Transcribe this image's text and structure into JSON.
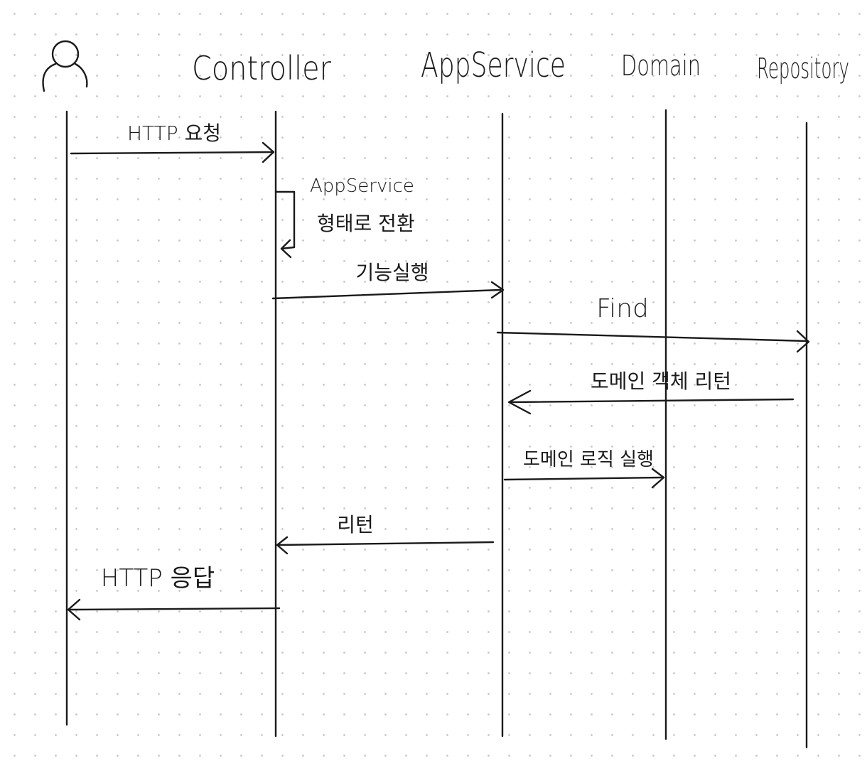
{
  "participants": {
    "user": {
      "icon": "person-icon"
    },
    "controller": {
      "label": "Controller"
    },
    "appservice": {
      "label": "AppService"
    },
    "domain": {
      "label": "Domain"
    },
    "repository": {
      "label": "Repository"
    }
  },
  "messages": {
    "http_request": "HTTP 요청",
    "convert_label_1": "AppService",
    "convert_label_2": "형태로 전환",
    "execute_feature": "기능실행",
    "find": "Find",
    "return_domain_object": "도메인 객체 리턴",
    "execute_domain_logic": "도메인 로직 실행",
    "return": "리턴",
    "http_response": "HTTP 응답"
  }
}
